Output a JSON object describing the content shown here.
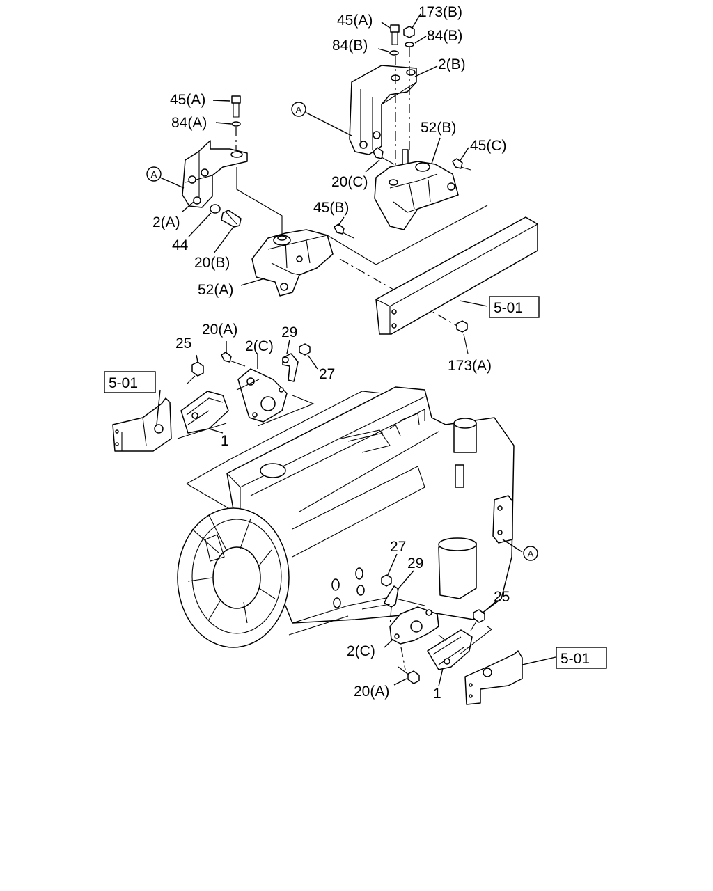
{
  "labels": {
    "top_45A": "45(A)",
    "top_173B": "173(B)",
    "top_84B_left": "84(B)",
    "top_84B_right": "84(B)",
    "top_2B": "2(B)",
    "left_45A": "45(A)",
    "left_84A": "84(A)",
    "ref_A_top": "A",
    "ref_A_left": "A",
    "ref_A_right": "A",
    "label_52B": "52(B)",
    "label_45C": "45(C)",
    "label_20C": "20(C)",
    "label_2A": "2(A)",
    "label_44": "44",
    "label_20B": "20(B)",
    "label_45B": "45(B)",
    "label_52A": "52(A)",
    "box_501_mid": "5-01",
    "label_173A": "173(A)",
    "box_501_left": "5-01",
    "label_25_upper": "25",
    "label_20A_upper": "20(A)",
    "label_2C_upper": "2(C)",
    "label_29_upper": "29",
    "label_27_upper": "27",
    "label_1_upper": "1",
    "label_27_lower": "27",
    "label_29_lower": "29",
    "label_25_lower": "25",
    "label_2C_lower": "2(C)",
    "box_501_right": "5-01",
    "label_20A_lower": "20(A)",
    "label_1_lower": "1"
  }
}
